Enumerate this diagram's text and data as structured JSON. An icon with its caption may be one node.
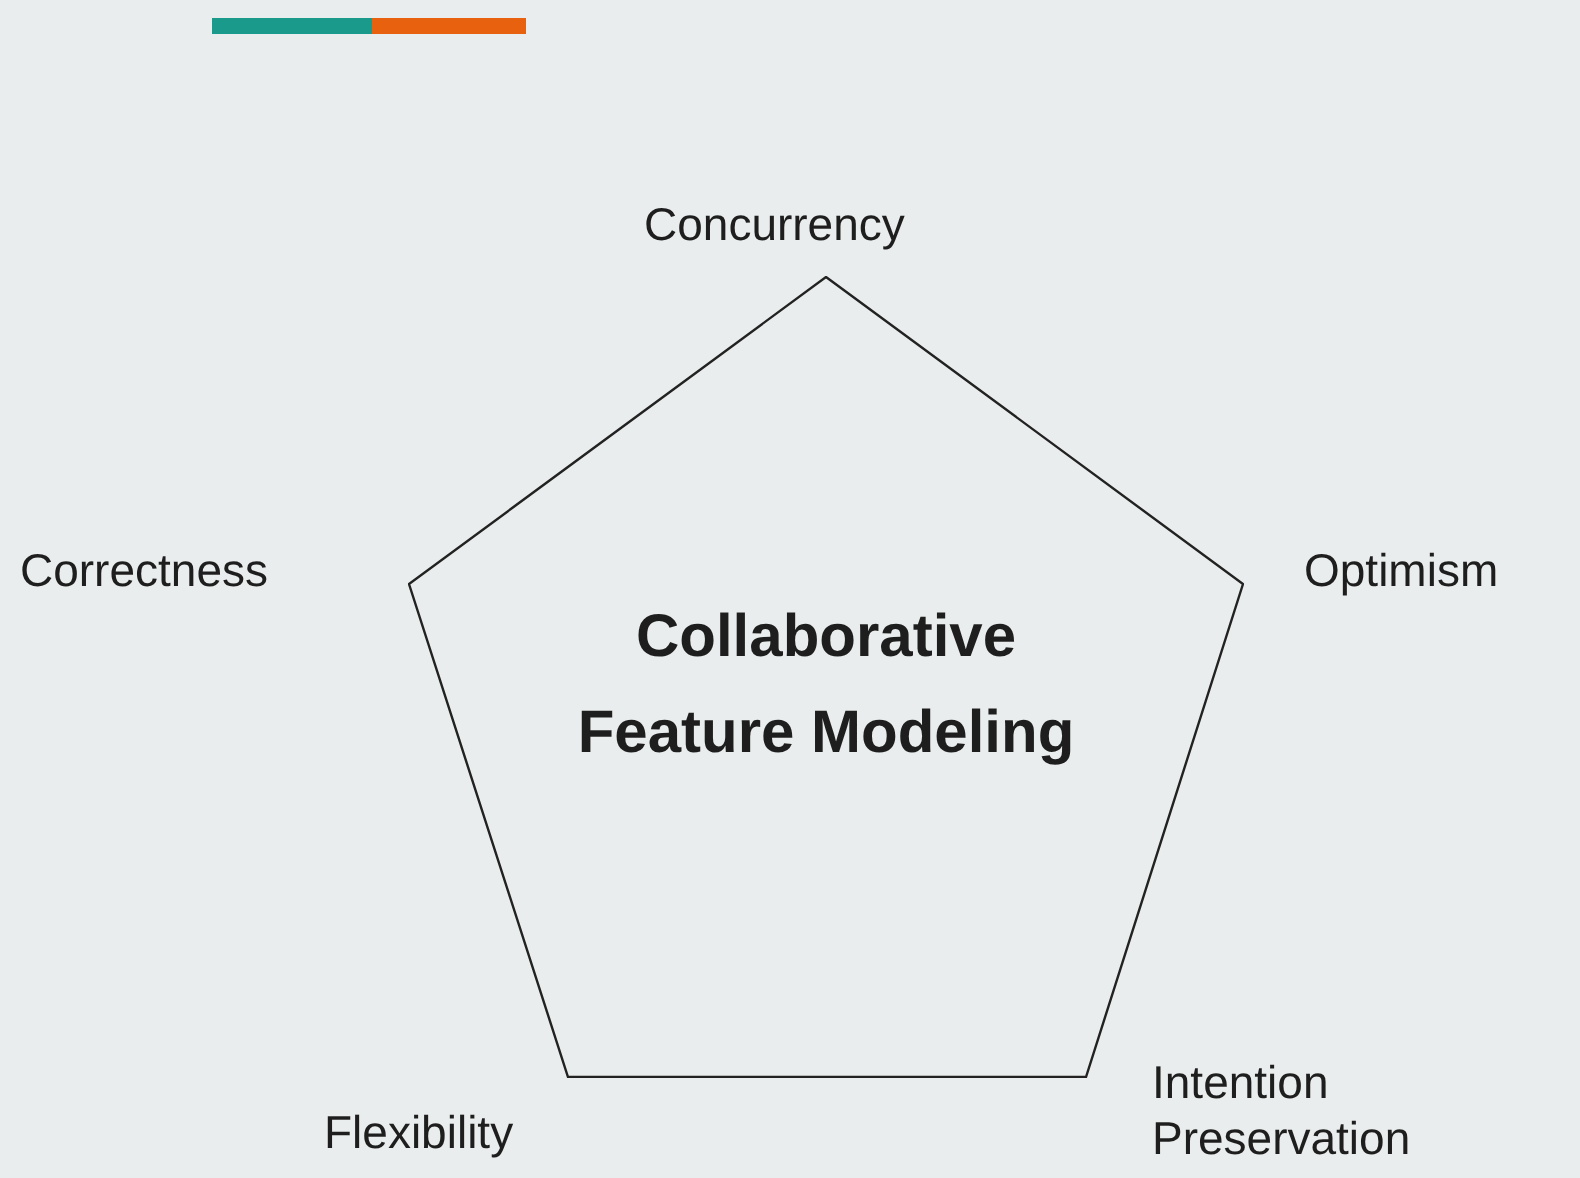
{
  "diagram": {
    "nodes": [
      {
        "text": [
          "Collaborative Feature Modeling"
        ]
      }
    ],
    "labels": [
      "Concurrency",
      "Correctness",
      "Optimism",
      "Intention Preservation",
      "Flexibility"
    ]
  }
}
